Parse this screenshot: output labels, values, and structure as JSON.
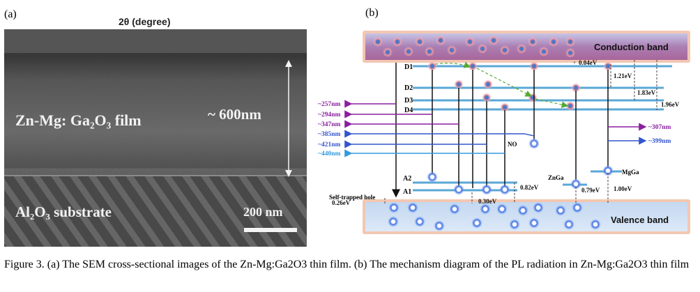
{
  "panel_a": {
    "label": "(a)",
    "header": "2θ (degree)",
    "film_label": "Zn-Mg: Ga₂O₃ film",
    "thickness_label": "~ 600nm",
    "substrate_label": "Al₂O₃ substrate",
    "scale_label": "200 nm"
  },
  "panel_b": {
    "label": "(b)",
    "conduction_band": "Conduction band",
    "valence_band": "Valence band",
    "donor_levels": [
      "D1",
      "D2",
      "D3",
      "D4"
    ],
    "acceptor_levels": [
      "A2",
      "A1"
    ],
    "defects": {
      "no": "NO",
      "znga": "ZnGa",
      "mgga": "MgGa"
    },
    "self_trapped_hole": "Self-trapped hole",
    "energies": {
      "e004": "0.04eV",
      "e121": "1.21eV",
      "e183": "1.83eV",
      "e196": "1.96eV",
      "e026": "0.26eV",
      "e030": "0.30eV",
      "e082": "0.82eV",
      "e079": "0.79eV",
      "e100": "1.00eV"
    },
    "emissions_left": [
      "~257nm",
      "~294nm",
      "~347nm",
      "~385nm",
      "~421nm",
      "~440nm"
    ],
    "emissions_right": [
      "~307nm",
      "~399nm"
    ],
    "colors": {
      "purple": "#8a1fa0",
      "blue": "#3355cc",
      "light_blue": "#3399dd",
      "level": "#5aa7d6",
      "conduction": "#a86aa6",
      "valence": "#bcd3ee"
    }
  },
  "caption": "Figure 3. (a) The SEM cross-sectional images of the Zn-Mg:Ga2O3 thin film. (b) The mechanism diagram of the PL radiation in Zn-Mg:Ga2O3 thin film"
}
